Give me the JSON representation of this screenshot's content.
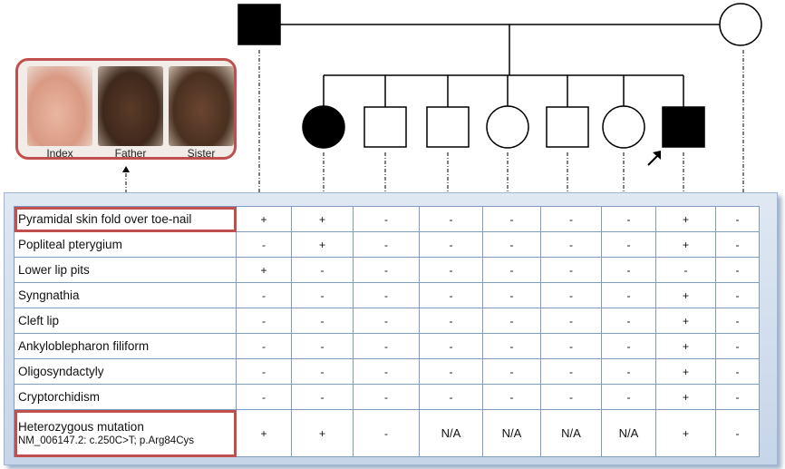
{
  "photos": {
    "captions": [
      "Index",
      "Father",
      "Sister"
    ],
    "icons": [
      "toe-photo",
      "toe-photo",
      "toe-photo"
    ]
  },
  "pedigree": {
    "members": [
      {
        "id": "father",
        "sex": "male",
        "affected": true
      },
      {
        "id": "mother",
        "sex": "female",
        "affected": false
      },
      {
        "id": "child1",
        "sex": "female",
        "affected": true
      },
      {
        "id": "child2",
        "sex": "male",
        "affected": false
      },
      {
        "id": "child3",
        "sex": "male",
        "affected": false
      },
      {
        "id": "child4",
        "sex": "female",
        "affected": false
      },
      {
        "id": "child5",
        "sex": "male",
        "affected": false
      },
      {
        "id": "child6",
        "sex": "female",
        "affected": false
      },
      {
        "id": "child7",
        "sex": "male",
        "affected": true,
        "proband": true
      }
    ],
    "colors": {
      "affected": "#000000",
      "unaffected": "#ffffff",
      "highlight": "#c0504d"
    }
  },
  "table": {
    "rows": [
      {
        "label": "Pyramidal skin fold over toe-nail",
        "highlight": true,
        "values": [
          "+",
          "+",
          "-",
          "-",
          "-",
          "-",
          "-",
          "+",
          "-"
        ]
      },
      {
        "label": "Popliteal pterygium",
        "values": [
          "-",
          "+",
          "-",
          "-",
          "-",
          "-",
          "-",
          "+",
          "-"
        ]
      },
      {
        "label": "Lower lip pits",
        "values": [
          "+",
          "-",
          "-",
          "-",
          "-",
          "-",
          "-",
          "-",
          "-"
        ]
      },
      {
        "label": "Syngnathia",
        "values": [
          "-",
          "-",
          "-",
          "-",
          "-",
          "-",
          "-",
          "+",
          "-"
        ]
      },
      {
        "label": "Cleft lip",
        "values": [
          "-",
          "-",
          "-",
          "-",
          "-",
          "-",
          "-",
          "+",
          "-"
        ]
      },
      {
        "label": " Ankyloblepharon filiform",
        "values": [
          "-",
          "-",
          "-",
          "-",
          "-",
          "-",
          "-",
          "+",
          "-"
        ]
      },
      {
        "label": "Oligosyndactyly",
        "values": [
          "-",
          "-",
          "-",
          "-",
          "-",
          "-",
          "-",
          "+",
          "-"
        ]
      },
      {
        "label": "Cryptorchidism",
        "values": [
          "-",
          "-",
          "-",
          "-",
          "-",
          "-",
          "-",
          "+",
          "-"
        ]
      },
      {
        "label": "Heterozygous mutation",
        "sublabel": "NM_006147.2: c.250C>T; p.Arg84Cys",
        "highlight": true,
        "values": [
          "+",
          "+",
          "-",
          "N/A",
          "N/A",
          "N/A",
          "N/A",
          "+",
          "-"
        ]
      }
    ]
  }
}
